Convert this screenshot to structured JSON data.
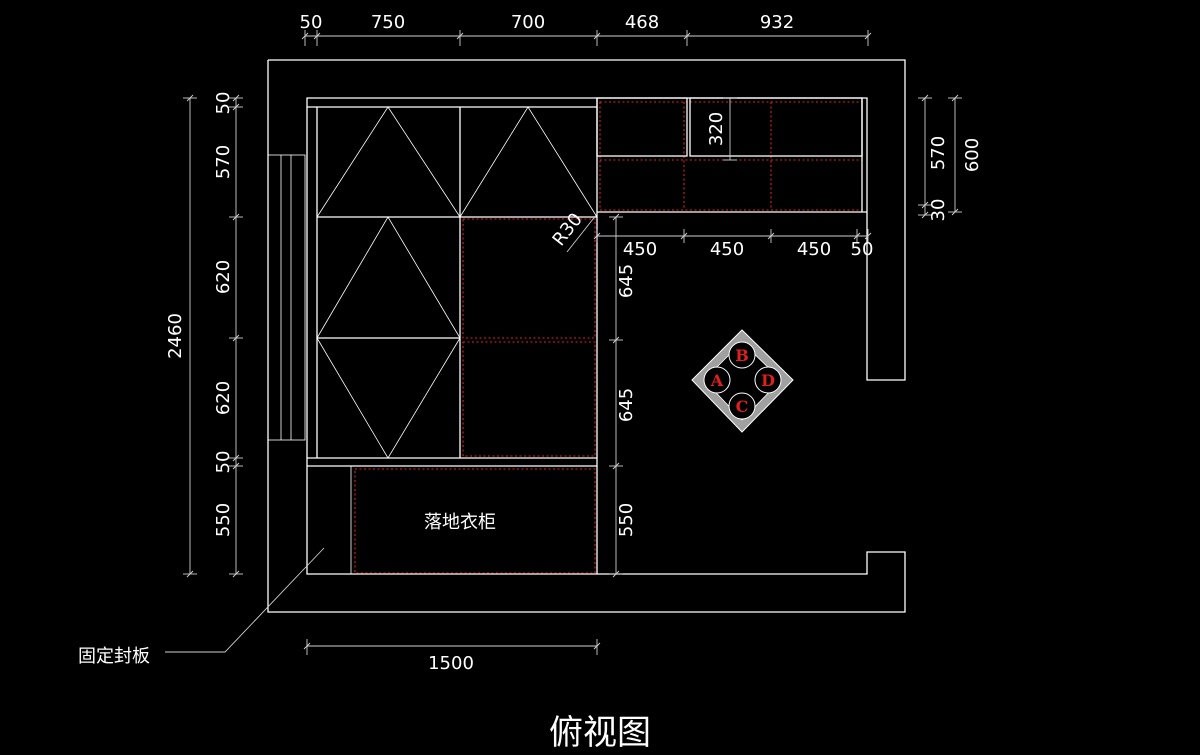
{
  "title": "俯视图",
  "labels": {
    "wardrobe": "落地衣柜",
    "fixed_panel": "固定封板",
    "radius": "R30"
  },
  "dimensions": {
    "top": [
      "50",
      "750",
      "700",
      "468",
      "932"
    ],
    "left_total": "2460",
    "left_segments": [
      "50",
      "570",
      "620",
      "620",
      "50",
      "550"
    ],
    "right_vertical": [
      "570",
      "600",
      "30"
    ],
    "upper_cabinet_depth": "320",
    "mid_horizontal": [
      "450",
      "450",
      "450",
      "50"
    ],
    "inner_vertical": [
      "645",
      "645",
      "550"
    ],
    "bottom": "1500"
  },
  "compass": {
    "letters": [
      "B",
      "A",
      "D",
      "C"
    ]
  },
  "colors": {
    "background": "#000000",
    "line": "#ffffff",
    "hidden_line": "#e02020",
    "compass_fill": "#a0a0a0"
  }
}
